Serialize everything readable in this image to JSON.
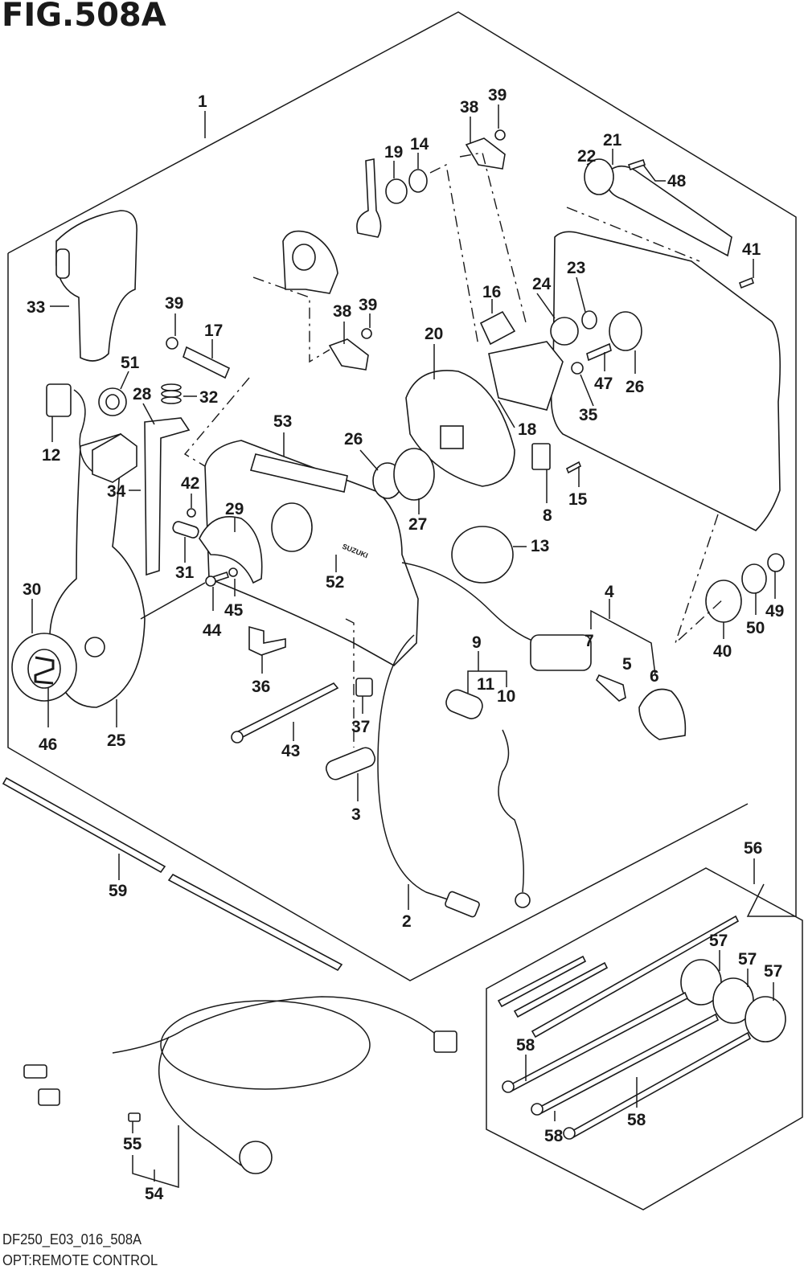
{
  "figure": {
    "title": "FIG.508A",
    "code": "DF250_E03_016_508A",
    "caption": "OPT:REMOTE CONTROL"
  },
  "callouts": [
    {
      "id": "c1",
      "label": "1"
    },
    {
      "id": "c2",
      "label": "2"
    },
    {
      "id": "c3",
      "label": "3"
    },
    {
      "id": "c4",
      "label": "4"
    },
    {
      "id": "c5",
      "label": "5"
    },
    {
      "id": "c6",
      "label": "6"
    },
    {
      "id": "c7",
      "label": "7"
    },
    {
      "id": "c8",
      "label": "8"
    },
    {
      "id": "c9",
      "label": "9"
    },
    {
      "id": "c10",
      "label": "10"
    },
    {
      "id": "c11",
      "label": "11"
    },
    {
      "id": "c12",
      "label": "12"
    },
    {
      "id": "c13",
      "label": "13"
    },
    {
      "id": "c14",
      "label": "14"
    },
    {
      "id": "c15",
      "label": "15"
    },
    {
      "id": "c16",
      "label": "16"
    },
    {
      "id": "c17",
      "label": "17"
    },
    {
      "id": "c18",
      "label": "18"
    },
    {
      "id": "c19",
      "label": "19"
    },
    {
      "id": "c20",
      "label": "20"
    },
    {
      "id": "c21",
      "label": "21"
    },
    {
      "id": "c22",
      "label": "22"
    },
    {
      "id": "c23",
      "label": "23"
    },
    {
      "id": "c24",
      "label": "24"
    },
    {
      "id": "c25",
      "label": "25"
    },
    {
      "id": "c26a",
      "label": "26"
    },
    {
      "id": "c26b",
      "label": "26"
    },
    {
      "id": "c27",
      "label": "27"
    },
    {
      "id": "c28",
      "label": "28"
    },
    {
      "id": "c29",
      "label": "29"
    },
    {
      "id": "c30",
      "label": "30"
    },
    {
      "id": "c31",
      "label": "31"
    },
    {
      "id": "c32",
      "label": "32"
    },
    {
      "id": "c33",
      "label": "33"
    },
    {
      "id": "c34",
      "label": "34"
    },
    {
      "id": "c35",
      "label": "35"
    },
    {
      "id": "c36",
      "label": "36"
    },
    {
      "id": "c37",
      "label": "37"
    },
    {
      "id": "c38a",
      "label": "38"
    },
    {
      "id": "c38b",
      "label": "38"
    },
    {
      "id": "c39a",
      "label": "39"
    },
    {
      "id": "c39b",
      "label": "39"
    },
    {
      "id": "c39c",
      "label": "39"
    },
    {
      "id": "c40",
      "label": "40"
    },
    {
      "id": "c41",
      "label": "41"
    },
    {
      "id": "c42",
      "label": "42"
    },
    {
      "id": "c43",
      "label": "43"
    },
    {
      "id": "c44",
      "label": "44"
    },
    {
      "id": "c45",
      "label": "45"
    },
    {
      "id": "c46",
      "label": "46"
    },
    {
      "id": "c47",
      "label": "47"
    },
    {
      "id": "c48",
      "label": "48"
    },
    {
      "id": "c49",
      "label": "49"
    },
    {
      "id": "c50",
      "label": "50"
    },
    {
      "id": "c51",
      "label": "51"
    },
    {
      "id": "c52",
      "label": "52"
    },
    {
      "id": "c53",
      "label": "53"
    },
    {
      "id": "c54",
      "label": "54"
    },
    {
      "id": "c55",
      "label": "55"
    },
    {
      "id": "c56",
      "label": "56"
    },
    {
      "id": "c57a",
      "label": "57"
    },
    {
      "id": "c57b",
      "label": "57"
    },
    {
      "id": "c57c",
      "label": "57"
    },
    {
      "id": "c58a",
      "label": "58"
    },
    {
      "id": "c58b",
      "label": "58"
    },
    {
      "id": "c58c",
      "label": "58"
    },
    {
      "id": "c59",
      "label": "59"
    }
  ],
  "decal_text": "SUZUKI"
}
